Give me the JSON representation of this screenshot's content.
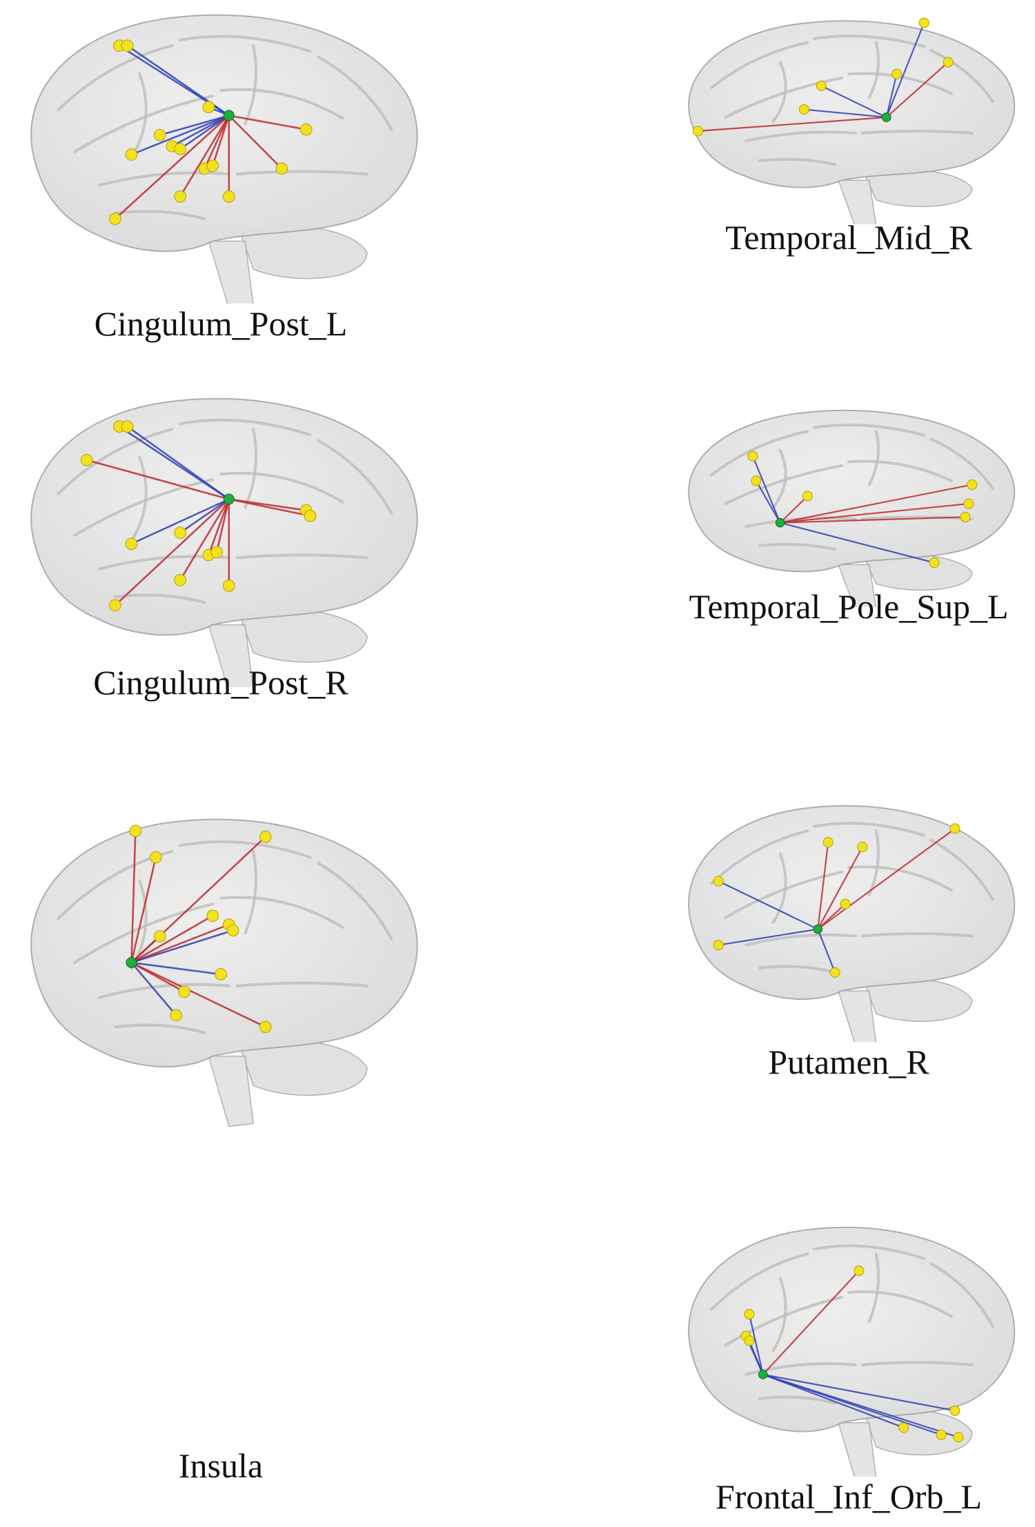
{
  "colors": {
    "positive_edge": "#c0282b",
    "negative_edge": "#2f3fb8",
    "seed_node": "#1fae3a",
    "target_node": "#f2e21d",
    "brain_fill": "#d9d9d9",
    "brain_stroke": "#a9a9a9"
  },
  "panels": [
    {
      "id": "cingulum-post-l",
      "label": "Cingulum_Post_L",
      "seed": [
        0.52,
        0.37
      ],
      "edges": [
        {
          "to": [
            0.25,
            0.12
          ],
          "sign": "neg"
        },
        {
          "to": [
            0.27,
            0.12
          ],
          "sign": "neg"
        },
        {
          "to": [
            0.47,
            0.34
          ],
          "sign": "neg"
        },
        {
          "to": [
            0.35,
            0.44
          ],
          "sign": "neg"
        },
        {
          "to": [
            0.28,
            0.51
          ],
          "sign": "neg"
        },
        {
          "to": [
            0.38,
            0.48
          ],
          "sign": "neg"
        },
        {
          "to": [
            0.4,
            0.49
          ],
          "sign": "neg"
        },
        {
          "to": [
            0.71,
            0.42
          ],
          "sign": "pos"
        },
        {
          "to": [
            0.65,
            0.56
          ],
          "sign": "pos"
        },
        {
          "to": [
            0.46,
            0.56
          ],
          "sign": "pos"
        },
        {
          "to": [
            0.48,
            0.55
          ],
          "sign": "pos"
        },
        {
          "to": [
            0.52,
            0.66
          ],
          "sign": "pos"
        },
        {
          "to": [
            0.4,
            0.66
          ],
          "sign": "pos"
        },
        {
          "to": [
            0.24,
            0.74
          ],
          "sign": "pos"
        }
      ]
    },
    {
      "id": "cingulum-post-r",
      "label": "Cingulum_Post_R",
      "seed": [
        0.52,
        0.37
      ],
      "edges": [
        {
          "to": [
            0.25,
            0.11
          ],
          "sign": "neg"
        },
        {
          "to": [
            0.27,
            0.11
          ],
          "sign": "neg"
        },
        {
          "to": [
            0.17,
            0.23
          ],
          "sign": "pos"
        },
        {
          "to": [
            0.71,
            0.41
          ],
          "sign": "pos"
        },
        {
          "to": [
            0.72,
            0.43
          ],
          "sign": "pos"
        },
        {
          "to": [
            0.28,
            0.53
          ],
          "sign": "neg"
        },
        {
          "to": [
            0.4,
            0.49
          ],
          "sign": "neg"
        },
        {
          "to": [
            0.47,
            0.57
          ],
          "sign": "pos"
        },
        {
          "to": [
            0.49,
            0.56
          ],
          "sign": "pos"
        },
        {
          "to": [
            0.52,
            0.68
          ],
          "sign": "pos"
        },
        {
          "to": [
            0.4,
            0.66
          ],
          "sign": "pos"
        },
        {
          "to": [
            0.24,
            0.75
          ],
          "sign": "pos"
        }
      ]
    },
    {
      "id": "insula",
      "label": "Insula",
      "seed": [
        0.28,
        0.5
      ],
      "edges": [
        {
          "to": [
            0.29,
            0.05
          ],
          "sign": "pos"
        },
        {
          "to": [
            0.34,
            0.14
          ],
          "sign": "pos"
        },
        {
          "to": [
            0.61,
            0.07
          ],
          "sign": "pos"
        },
        {
          "to": [
            0.48,
            0.34
          ],
          "sign": "pos"
        },
        {
          "to": [
            0.52,
            0.37
          ],
          "sign": "pos"
        },
        {
          "to": [
            0.53,
            0.39
          ],
          "sign": "neg"
        },
        {
          "to": [
            0.35,
            0.41
          ],
          "sign": "pos"
        },
        {
          "to": [
            0.5,
            0.54
          ],
          "sign": "neg"
        },
        {
          "to": [
            0.41,
            0.6
          ],
          "sign": "pos"
        },
        {
          "to": [
            0.39,
            0.68
          ],
          "sign": "neg"
        },
        {
          "to": [
            0.61,
            0.72
          ],
          "sign": "pos"
        }
      ]
    },
    {
      "id": "temporal-mid-r",
      "label": "Temporal_Mid_R",
      "seed": [
        0.61,
        0.5
      ],
      "edges": [
        {
          "to": [
            0.72,
            0.02
          ],
          "sign": "neg"
        },
        {
          "to": [
            0.79,
            0.22
          ],
          "sign": "pos"
        },
        {
          "to": [
            0.64,
            0.28
          ],
          "sign": "neg"
        },
        {
          "to": [
            0.42,
            0.34
          ],
          "sign": "neg"
        },
        {
          "to": [
            0.37,
            0.46
          ],
          "sign": "neg"
        },
        {
          "to": [
            0.06,
            0.57
          ],
          "sign": "pos"
        }
      ]
    },
    {
      "id": "temporal-pole-sup-l",
      "label": "Temporal_Pole_Sup_L",
      "seed": [
        0.3,
        0.6
      ],
      "edges": [
        {
          "to": [
            0.22,
            0.25
          ],
          "sign": "neg"
        },
        {
          "to": [
            0.23,
            0.38
          ],
          "sign": "neg"
        },
        {
          "to": [
            0.38,
            0.46
          ],
          "sign": "pos"
        },
        {
          "to": [
            0.86,
            0.4
          ],
          "sign": "pos"
        },
        {
          "to": [
            0.85,
            0.5
          ],
          "sign": "pos"
        },
        {
          "to": [
            0.84,
            0.57
          ],
          "sign": "pos"
        },
        {
          "to": [
            0.75,
            0.81
          ],
          "sign": "neg"
        }
      ]
    },
    {
      "id": "putamen-r",
      "label": "Putamen_R",
      "seed": [
        0.41,
        0.55
      ],
      "edges": [
        {
          "to": [
            0.44,
            0.17
          ],
          "sign": "pos"
        },
        {
          "to": [
            0.54,
            0.19
          ],
          "sign": "pos"
        },
        {
          "to": [
            0.81,
            0.11
          ],
          "sign": "pos"
        },
        {
          "to": [
            0.49,
            0.44
          ],
          "sign": "pos"
        },
        {
          "to": [
            0.12,
            0.34
          ],
          "sign": "neg"
        },
        {
          "to": [
            0.12,
            0.62
          ],
          "sign": "neg"
        },
        {
          "to": [
            0.46,
            0.74
          ],
          "sign": "neg"
        }
      ]
    },
    {
      "id": "frontal-inf-orb-l",
      "label": "Frontal_Inf_Orb_L",
      "seed": [
        0.25,
        0.62
      ],
      "edges": [
        {
          "to": [
            0.53,
            0.19
          ],
          "sign": "pos"
        },
        {
          "to": [
            0.21,
            0.37
          ],
          "sign": "neg"
        },
        {
          "to": [
            0.2,
            0.46
          ],
          "sign": "neg"
        },
        {
          "to": [
            0.21,
            0.48
          ],
          "sign": "neg"
        },
        {
          "to": [
            0.81,
            0.77
          ],
          "sign": "neg"
        },
        {
          "to": [
            0.66,
            0.84
          ],
          "sign": "neg"
        },
        {
          "to": [
            0.77,
            0.87
          ],
          "sign": "neg"
        },
        {
          "to": [
            0.82,
            0.88
          ],
          "sign": "neg"
        }
      ]
    }
  ]
}
